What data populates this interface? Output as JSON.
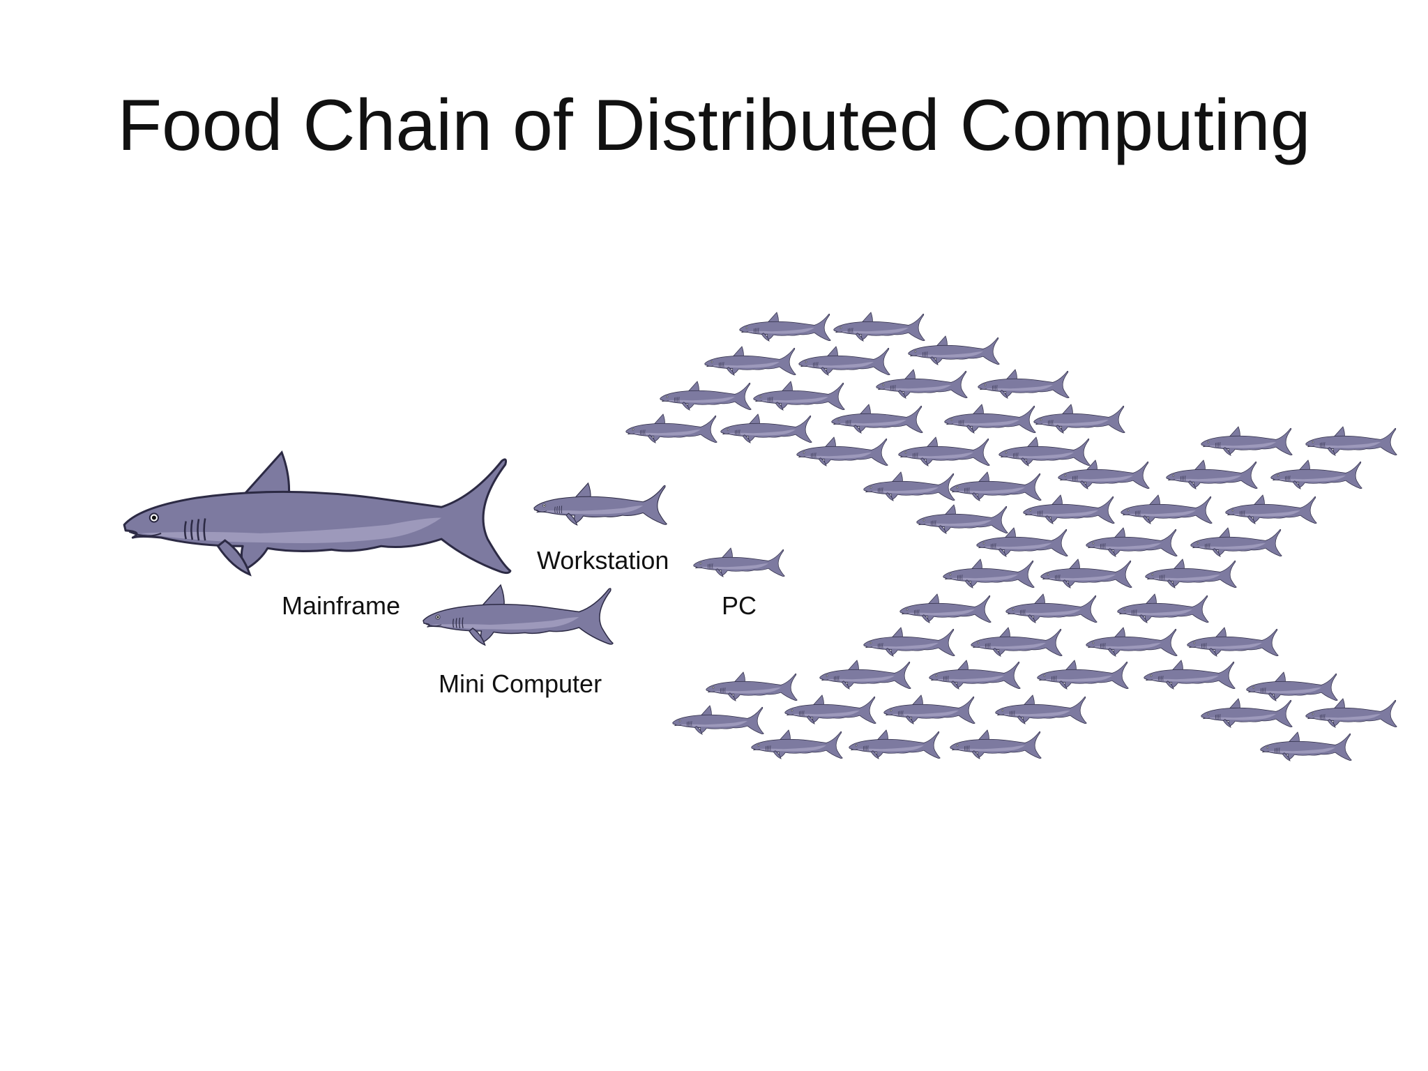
{
  "title": "Food Chain of Distributed Computing",
  "labels": {
    "mainframe": "Mainframe",
    "mini_computer": "Mini Computer",
    "workstation": "Workstation",
    "pc": "PC"
  },
  "colors": {
    "shark_body": "#7d7aa0",
    "shark_belly": "#a29fbf",
    "shark_outline": "#2c2a44",
    "text": "#111111"
  },
  "icons": [
    "mainframe-shark-icon",
    "mini-computer-shark-icon",
    "workstation-shark-icon",
    "pc-shark-icon",
    "pc-school-shark-icon"
  ]
}
